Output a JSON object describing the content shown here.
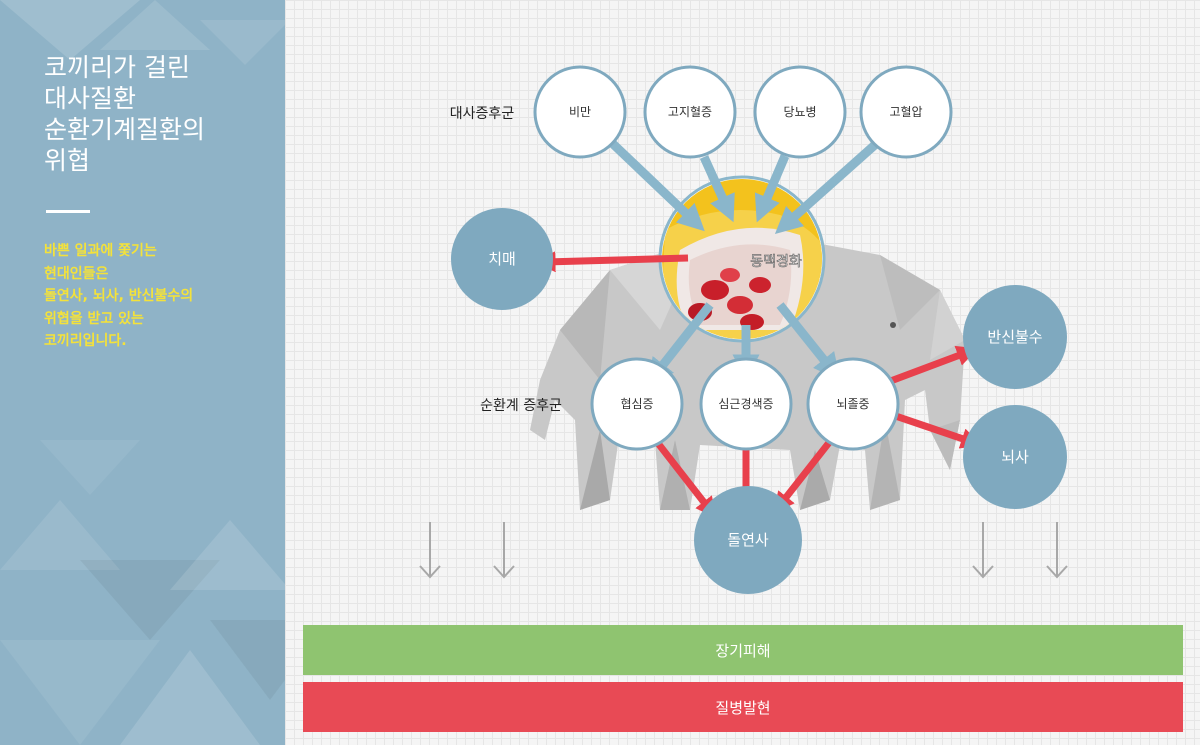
{
  "sidebar": {
    "title": "코끼리가 걸린\n대사질환\n순환기계질환의\n위협",
    "description": "바쁜 일과에 쫓기는\n현대인들은\n돌연사, 뇌사, 반신불수의\n위협을 받고 있는\n코끼리입니다."
  },
  "diagram": {
    "metabolic_label": "대사증후군",
    "metabolic": [
      "비만",
      "고지혈증",
      "당뇨병",
      "고혈압"
    ],
    "center": "동맥경화",
    "dementia": "치매",
    "circulatory_label": "순환계 증후군",
    "circulatory": [
      "협심증",
      "심근경색증",
      "뇌졸중"
    ],
    "paralysis": "반신불수",
    "brain_death": "뇌사",
    "sudden_death": "돌연사"
  },
  "bars": {
    "organ_damage": "장기피해",
    "disease_onset": "질병발현"
  },
  "colors": {
    "sidebar": "#8fb3c7",
    "bubble_dark": "#7fa9bf",
    "bubble_border": "#7fa9bf",
    "arrow_blue": "#8ab6cb",
    "arrow_red": "#e8404c",
    "bar_green": "#8fc470",
    "bar_red": "#e84a55",
    "subtitle_yellow": "#f4e23a"
  }
}
